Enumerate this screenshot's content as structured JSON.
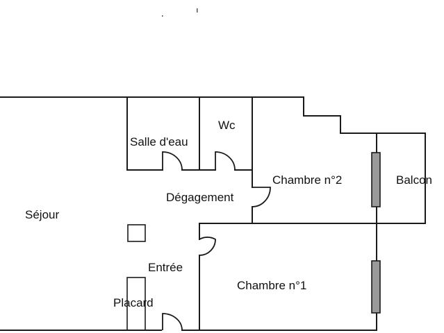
{
  "rooms": {
    "salle_deau": "Salle d'eau",
    "wc": "Wc",
    "chambre_2": "Chambre n°2",
    "balcon": "Balcon",
    "degagement": "Dégagement",
    "sejour": "Séjour",
    "entree": "Entrée",
    "chambre_1": "Chambre n°1",
    "placard": "Placard"
  }
}
